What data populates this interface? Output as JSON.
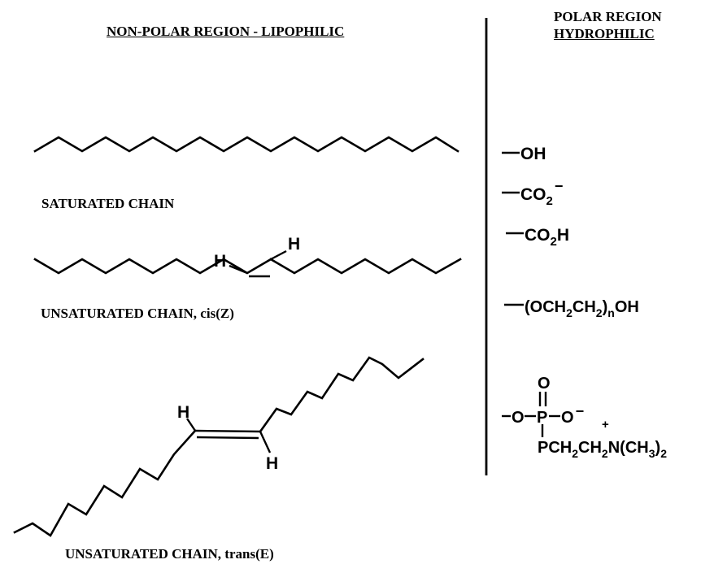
{
  "header": {
    "nonpolar": "NON-POLAR REGION - LIPOPHILIC",
    "polar_line1": "POLAR REGION",
    "polar_line2": "HYDROPHILIC"
  },
  "chains": {
    "saturated": "SATURATED CHAIN",
    "cis": "UNSATURATED CHAIN, cis(Z)",
    "trans": "UNSATURATED CHAIN, trans(E)"
  },
  "atoms": {
    "hydrogen": "H"
  },
  "polar_groups": {
    "hydroxyl": "OH",
    "carboxylate": {
      "main": "CO",
      "sub": "2",
      "sup": "−"
    },
    "carboxylic_acid": {
      "main": "CO",
      "sub": "2",
      "tail": "H"
    },
    "polyether": {
      "part1": "(OCH",
      "sub1": "2",
      "part2": "CH",
      "sub2": "2",
      "part3": ")",
      "subn": "n",
      "part4": "OH"
    },
    "phosphocholine": {
      "o_top": "O",
      "o_left": "O",
      "p": "P",
      "o_right": "O",
      "o_right_charge": "−",
      "plus": "+",
      "line2": {
        "a": "PCH",
        "s1": "2",
        "b": "CH",
        "s2": "2",
        "c": "N(CH",
        "s3": "3",
        "d": ")",
        "s4": "2"
      }
    }
  }
}
